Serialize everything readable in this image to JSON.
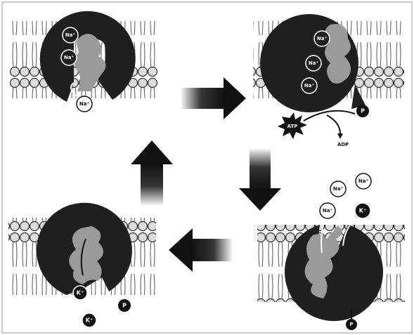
{
  "ions": {
    "sodium": "Na⁺",
    "potassium": "K⁺",
    "phosphate": "P",
    "atp": "ATP",
    "adp": "ADP"
  },
  "colors": {
    "protein": "#1f1f1f",
    "channel": "#9a9a9a",
    "lipid_head": "#dcdcdc",
    "arrow": "#111111",
    "background": "#ffffff"
  }
}
